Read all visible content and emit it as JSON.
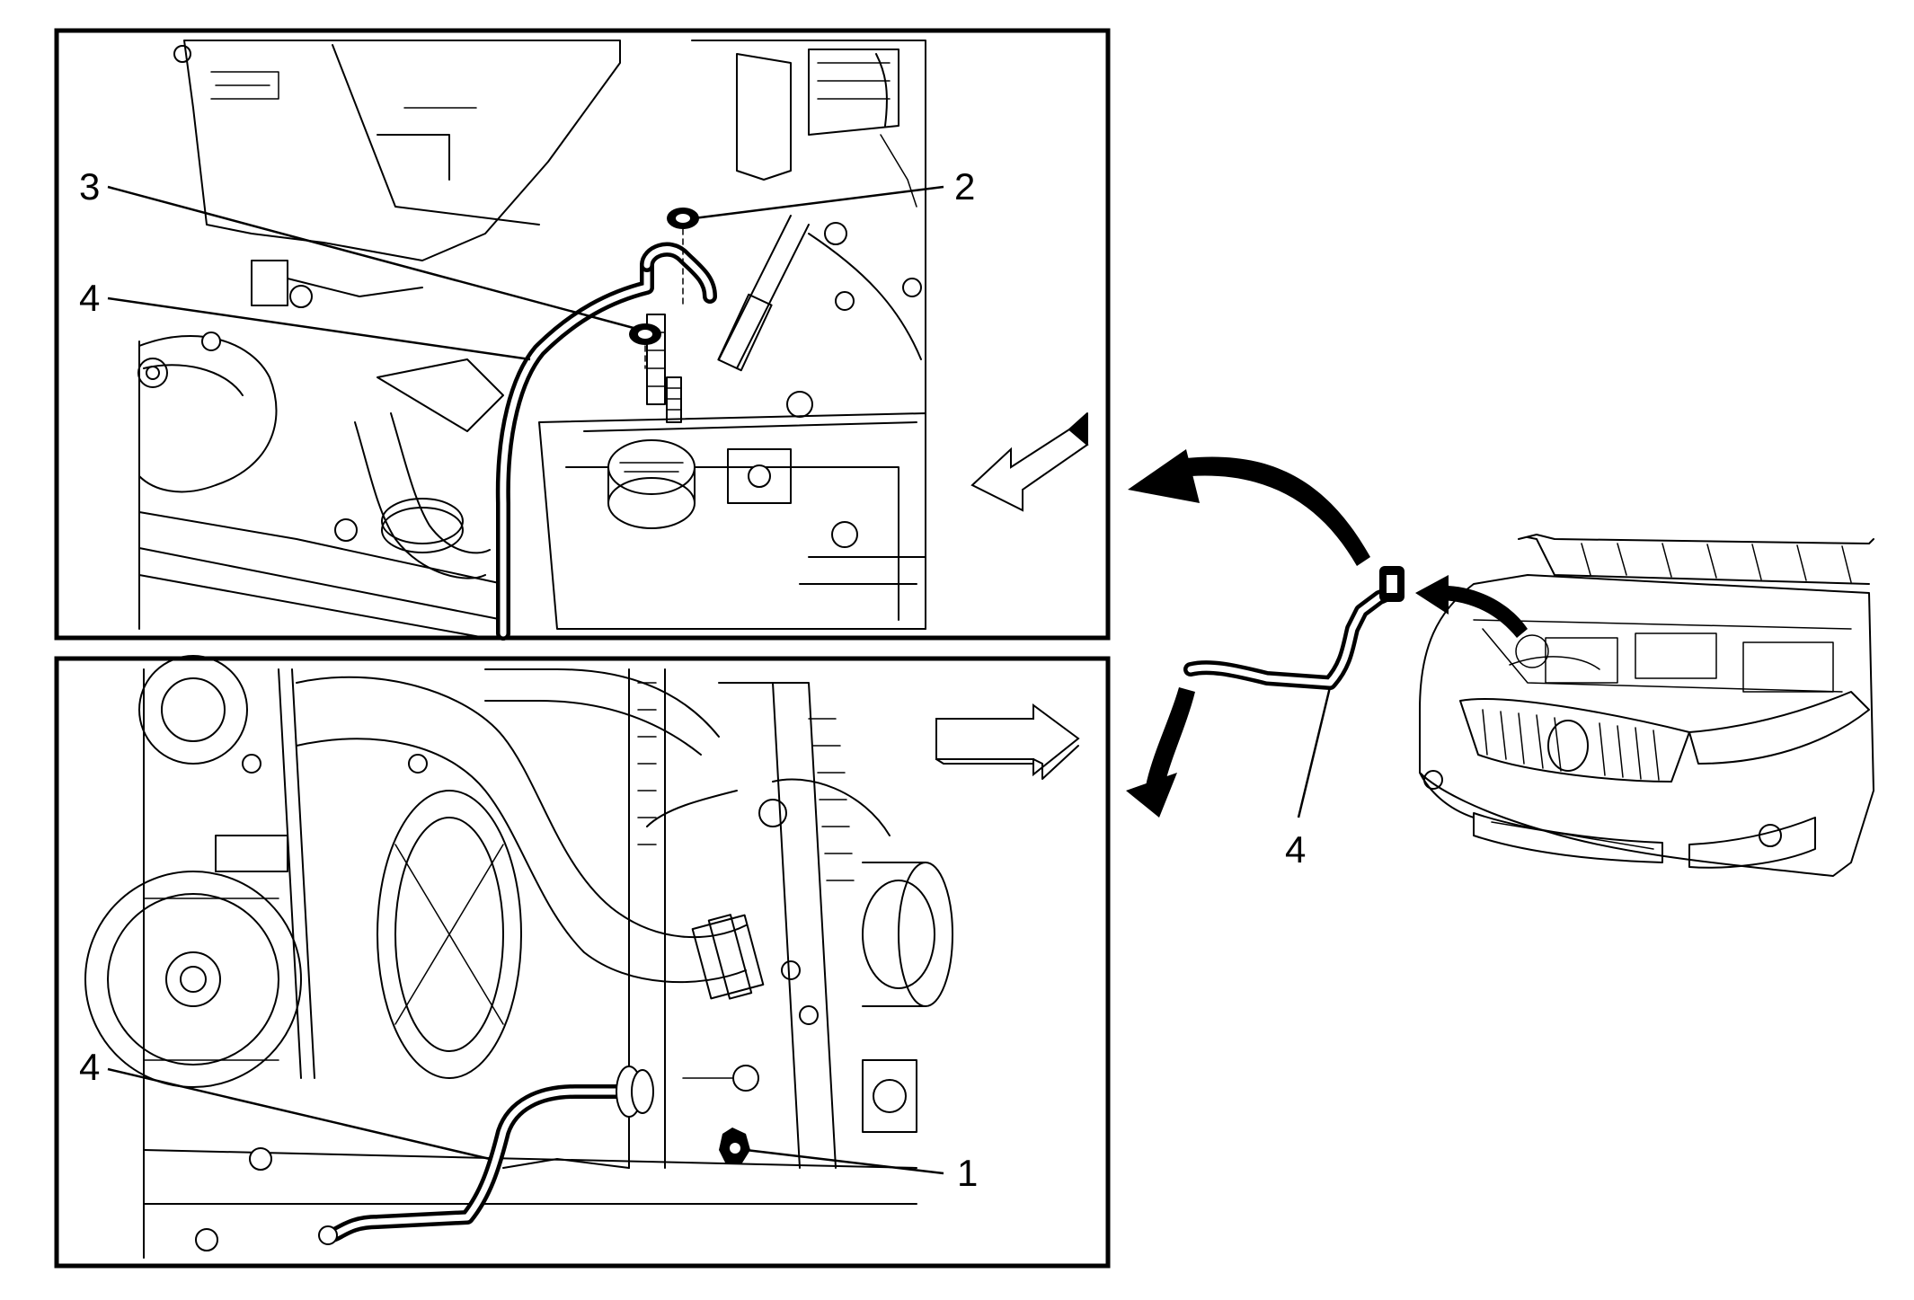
{
  "callouts": {
    "top_panel": {
      "label_3": "3",
      "label_4": "4",
      "label_2": "2"
    },
    "bottom_panel": {
      "label_4": "4",
      "label_1": "1"
    },
    "vehicle_view": {
      "label_4": "4"
    }
  },
  "icons": {
    "top_direction_arrow": "hollow-arrow-left-icon",
    "bottom_direction_arrow": "hollow-arrow-right-icon",
    "top_flow_arrow": "curved-arrow-up-left-icon",
    "bottom_flow_arrow": "curved-arrow-down-left-icon",
    "vehicle_flow_arrow": "curved-arrow-to-hose-icon"
  },
  "colors": {
    "line": "#000000",
    "background": "#ffffff"
  }
}
